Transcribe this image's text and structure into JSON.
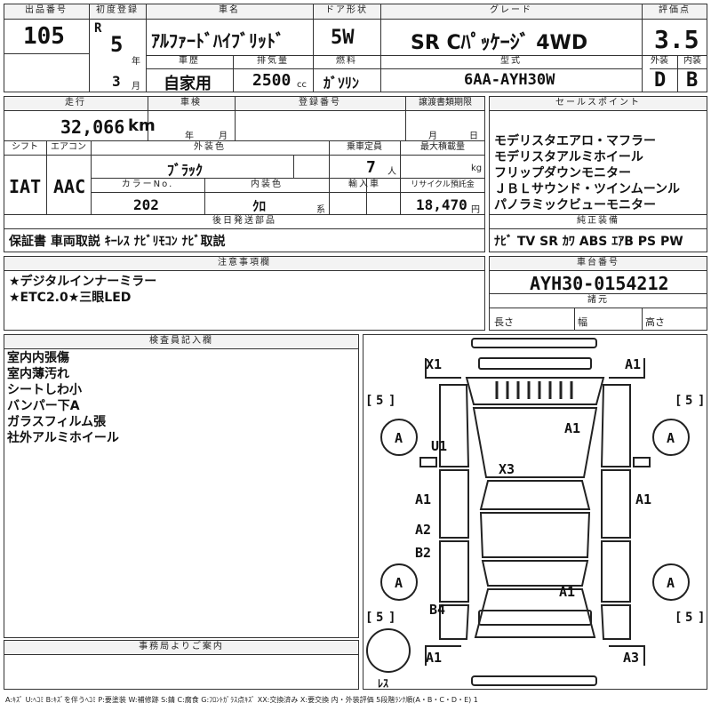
{
  "top": {
    "lot_label": "出品番号",
    "lot_number": "105",
    "first_reg_label": "初度登録",
    "era": "R",
    "year_value": "5",
    "year_suffix": "年",
    "month_value": "3",
    "month_suffix": "月",
    "carname_label": "車名",
    "carname": "ｱﾙﾌｧｰﾄﾞﾊｲﾌﾞﾘｯﾄﾞ",
    "door_label": "ドア形状",
    "door": "5W",
    "grade_label": "グレード",
    "grade": "SR Cﾊﾟｯｹｰｼﾞ 4WD",
    "score_label": "評価点",
    "score": "3.5",
    "history_label": "車歴",
    "history": "自家用",
    "displacement_label": "排気量",
    "displacement": "2500",
    "displacement_unit": "cc",
    "fuel_label": "燃料",
    "fuel": "ｶﾞｿﾘﾝ",
    "model_label": "型式",
    "model": "6AA-AYH30W",
    "ext_label": "外装",
    "ext_grade": "D",
    "int_label": "内装",
    "int_grade": "B"
  },
  "mid": {
    "mileage_label": "走行",
    "mileage": "32,066",
    "mileage_unit": "km",
    "inspection_label": "車検",
    "insp_year": "年",
    "insp_month": "月",
    "regno_label": "登録番号",
    "transfer_label": "譲渡書類期限",
    "transfer_month": "月",
    "transfer_day": "日",
    "shift_label": "シフト",
    "shift": "IAT",
    "ac_label": "エアコン",
    "ac": "AAC",
    "color_label": "外装色",
    "color": "ﾌﾞﾗｯｸ",
    "capacity_label": "乗車定員",
    "capacity": "7",
    "capacity_unit": "人",
    "maxload_label": "最大積載量",
    "maxload_unit": "kg",
    "colorno_label": "カラーNo.",
    "colorno": "202",
    "intcolor_label": "内装色",
    "intcolor": "ｸﾛ",
    "intcolor_unit": "系",
    "import_label": "輸入車",
    "recycle_label": "リサイクル預託金",
    "recycle": "18,470",
    "recycle_unit": "円",
    "later_label": "後日発送部品",
    "later": "保証書 車両取説 ｷｰﾚｽ ﾅﾋﾞﾘﾓｺﾝ ﾅﾋﾞ取説"
  },
  "sales": {
    "label": "セールスポイント",
    "points": [
      "モデリスタエアロ・マフラー",
      "モデリスタアルミホイール",
      "フリップダウンモニター",
      "ＪＢＬサウンド・ツインムーンル",
      "パノラミックビューモニター"
    ],
    "equip_label": "純正装備",
    "equip": "ﾅﾋﾞ TV SR ｶﾜ ABS ｴｱB PS PW"
  },
  "notes": {
    "label": "注意事項欄",
    "lines": [
      "★デジタルインナーミラー",
      "★ETC2.0★三眼LED"
    ]
  },
  "chassis": {
    "label": "車台番号",
    "number": "AYH30-0154212",
    "spec_label": "諸元",
    "length": "長さ",
    "width": "幅",
    "height": "高さ"
  },
  "inspector": {
    "label": "検査員記入欄",
    "lines": [
      "室内内張傷",
      "室内薄汚れ",
      "シートしわ小",
      "バンパー下A",
      "ガラスフィルム張",
      "社外アルミホイール"
    ]
  },
  "office": {
    "label": "事務局よりご案内"
  },
  "diagram": {
    "marks": {
      "x1": "X1",
      "a1_tr": "A1",
      "u1": "U1",
      "a1_hood": "A1",
      "x3": "X3",
      "a1_ld": "A1",
      "a1_rd": "A1",
      "a2": "A2",
      "b2": "B2",
      "a1_trunk": "A1",
      "b4": "B4",
      "a1_bl": "A1",
      "a3": "A3"
    },
    "tires": {
      "fl": "A",
      "fr": "A",
      "rl": "A",
      "rr": "A"
    },
    "tread": {
      "fl": "5",
      "fr": "5",
      "rl": "5",
      "rr": "5"
    },
    "spare_label": "ﾚｽ"
  },
  "legend": "A:ｷｽﾞ U:ﾍｺﾐ B:ｷｽﾞを伴うﾍｺﾐ P:要塗装 W:補修跡 S:錆 C:腐食 G:ﾌﾛﾝﾄｶﾞﾗｽ点ｷｽﾞ XX:交換済み X:要交換 内・外装評価 5段階ﾗﾝｸ順(A・B・C・D・E) 1"
}
